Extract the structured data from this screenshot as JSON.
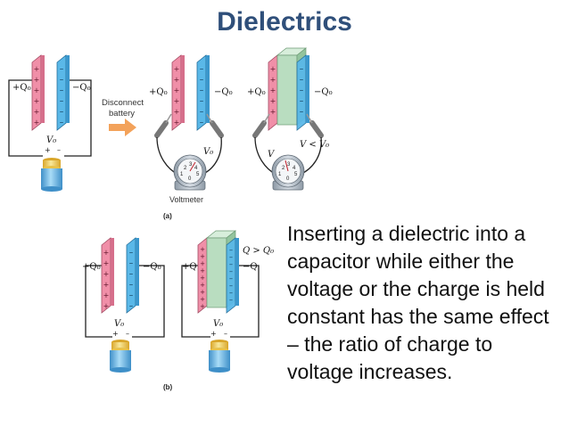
{
  "title": "Dielectrics",
  "body_text": "Inserting a dielectric into a capacitor while either the voltage or the charge is held constant has the same effect – the ratio of charge to voltage increases.",
  "figure": {
    "panel_a": {
      "label": "(a)",
      "arrow_text_line1": "Disconnect",
      "arrow_text_line2": "battery",
      "voltmeter_label": "Voltmeter",
      "plus_q0": "+Q₀",
      "minus_q0": "−Q₀",
      "v0": "V₀",
      "v": "V",
      "v_lt_v0": "V < V₀",
      "meter_ticks": "2 3 4 1 0 5"
    },
    "panel_b": {
      "label": "(b)",
      "plus_q0": "+Q₀",
      "minus_q0": "−Q₀",
      "plus_q": "+Q",
      "minus_q": "−Q",
      "q_gt_q0": "Q > Q₀",
      "v0": "V₀"
    },
    "colors": {
      "title": "#2f4f7a",
      "positive_plate": "#f08fa8",
      "negative_plate": "#5ab8e8",
      "dielectric": "#b9ddc0",
      "arrow": "#f3a25a",
      "battery_top": "#e8c24a",
      "battery_body": "#6ab0e0"
    }
  }
}
